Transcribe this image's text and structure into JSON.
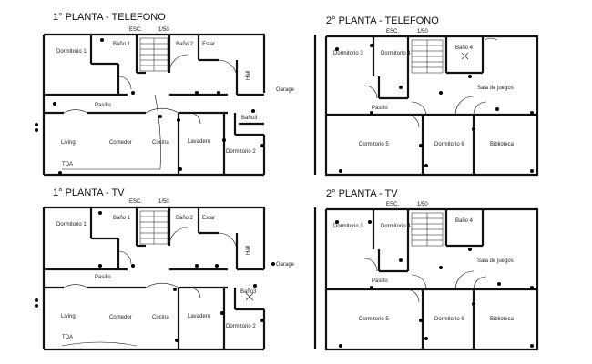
{
  "plans": [
    {
      "title": "1° PLANTA - TELEFONO",
      "scale_label": "ESC.",
      "scale_value": "1/50",
      "rooms": {
        "dormitorio1": "Dormitorio 1",
        "bano1": "Baño 1",
        "bano2": "Baño 2",
        "estar": "Estar",
        "hall": "Hall",
        "pasillo": "Pasillo",
        "bano3": "Baño3",
        "garage": "Garage",
        "living": "Living",
        "comedor": "Comedor",
        "cocina": "Cocina",
        "lavadero": "Lavadero",
        "dormitorio2": "Dormitorio 2",
        "tda": "TDA"
      }
    },
    {
      "title": "2° PLANTA - TELEFONO",
      "scale_label": "ESC.",
      "scale_value": "1/50",
      "rooms": {
        "dormitorio3": "Dormitorio 3",
        "dormitorio4": "Dormitorio 4",
        "bano4": "Baño 4",
        "sala": "Sala de juegos",
        "pasillo": "Pasillo",
        "dormitorio5": "Dormitorio 5",
        "dormitorio6": "Dormitorio 6",
        "biblioteca": "Biblioteca"
      }
    },
    {
      "title": "1° PLANTA - TV",
      "scale_label": "ESC.",
      "scale_value": "1/50",
      "rooms": {
        "dormitorio1": "Dormitorio 1",
        "bano1": "Baño 1",
        "bano2": "Baño 2",
        "estar": "Estar",
        "hall": "Hall",
        "pasillo": "Pasillo",
        "bano3": "Baño3",
        "garage": "Garage",
        "living": "Living",
        "comedor": "Comedor",
        "cocina": "Cocina",
        "lavadero": "Lavadero",
        "dormitorio2": "Dormitorio 2",
        "tda": "TDA"
      }
    },
    {
      "title": "2° PLANTA - TV",
      "scale_label": "ESC.",
      "scale_value": "1/50",
      "rooms": {
        "dormitorio3": "Dormitorio 3",
        "dormitorio4": "Dormitorio 4",
        "bano4": "Baño 4",
        "sala": "Sala de juegos",
        "pasillo": "Pasillo",
        "dormitorio5": "Dormitorio 5",
        "dormitorio6": "Dormitorio 6",
        "biblioteca": "Biblioteca"
      }
    }
  ]
}
